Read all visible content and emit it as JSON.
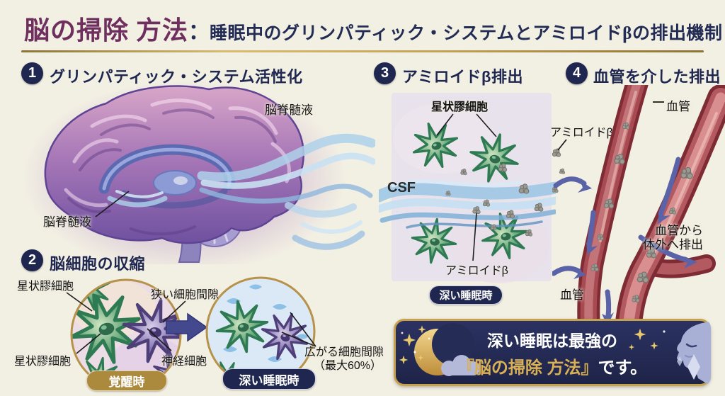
{
  "header": {
    "title_main": "脳の掃除 方法",
    "title_colon": "：",
    "title_sub": "睡眠中のグリンパティック・システムとアミロイドβの排出機制"
  },
  "s1": {
    "num": "1",
    "title": "グリンパティック・システム活性化",
    "csf_label_top": "脳脊髄液",
    "csf_label_left": "脳脊髄液"
  },
  "s2": {
    "num": "2",
    "title": "脳細胞の収縮",
    "astrocyte_top": "星状膠細胞",
    "narrow_gap": "狭い細胞間隙",
    "astrocyte_bottom": "星状膠細胞",
    "neuron": "神経細胞",
    "wide_gap_line1": "広がる細胞間隙",
    "wide_gap_line2": "（最大60%）",
    "awake_badge": "覚醒時",
    "sleep_badge": "深い睡眠時"
  },
  "s3": {
    "num": "3",
    "title": "アミロイドβ排出",
    "astrocyte": "星状膠細胞",
    "csf": "CSF",
    "amyloid_right": "アミロイドβ",
    "amyloid_bottom": "アミロイドβ",
    "sleep_badge": "深い睡眠時"
  },
  "s4": {
    "num": "4",
    "title": "血管を介した排出",
    "vessel_top": "血管",
    "excrete_line1": "血管から",
    "excrete_line2": "体外へ排出",
    "vessel_bottom": "血管"
  },
  "footer": {
    "line1": "深い睡眠は最強の",
    "line2_gold": "『脳の掃除 方法』",
    "line2_rest": "です。"
  },
  "colors": {
    "background": "#f2efe3",
    "navy": "#1f2750",
    "plum_title": "#6e2f5f",
    "gold": "#ab8a3e",
    "gold_border": "#c8a24a",
    "panel_lavender": "#e7e2ec",
    "csf_blue": "#a9cde8",
    "astrocyte_green": "#57a376",
    "neuron_purple": "#8b7cb8",
    "vessel_red": "#9c3a42",
    "arrow_blue": "#5b63a8",
    "amyloid_gray": "#9b9b94",
    "footer_navy": "#242b54",
    "footer_text_gold": "#d9b054"
  }
}
